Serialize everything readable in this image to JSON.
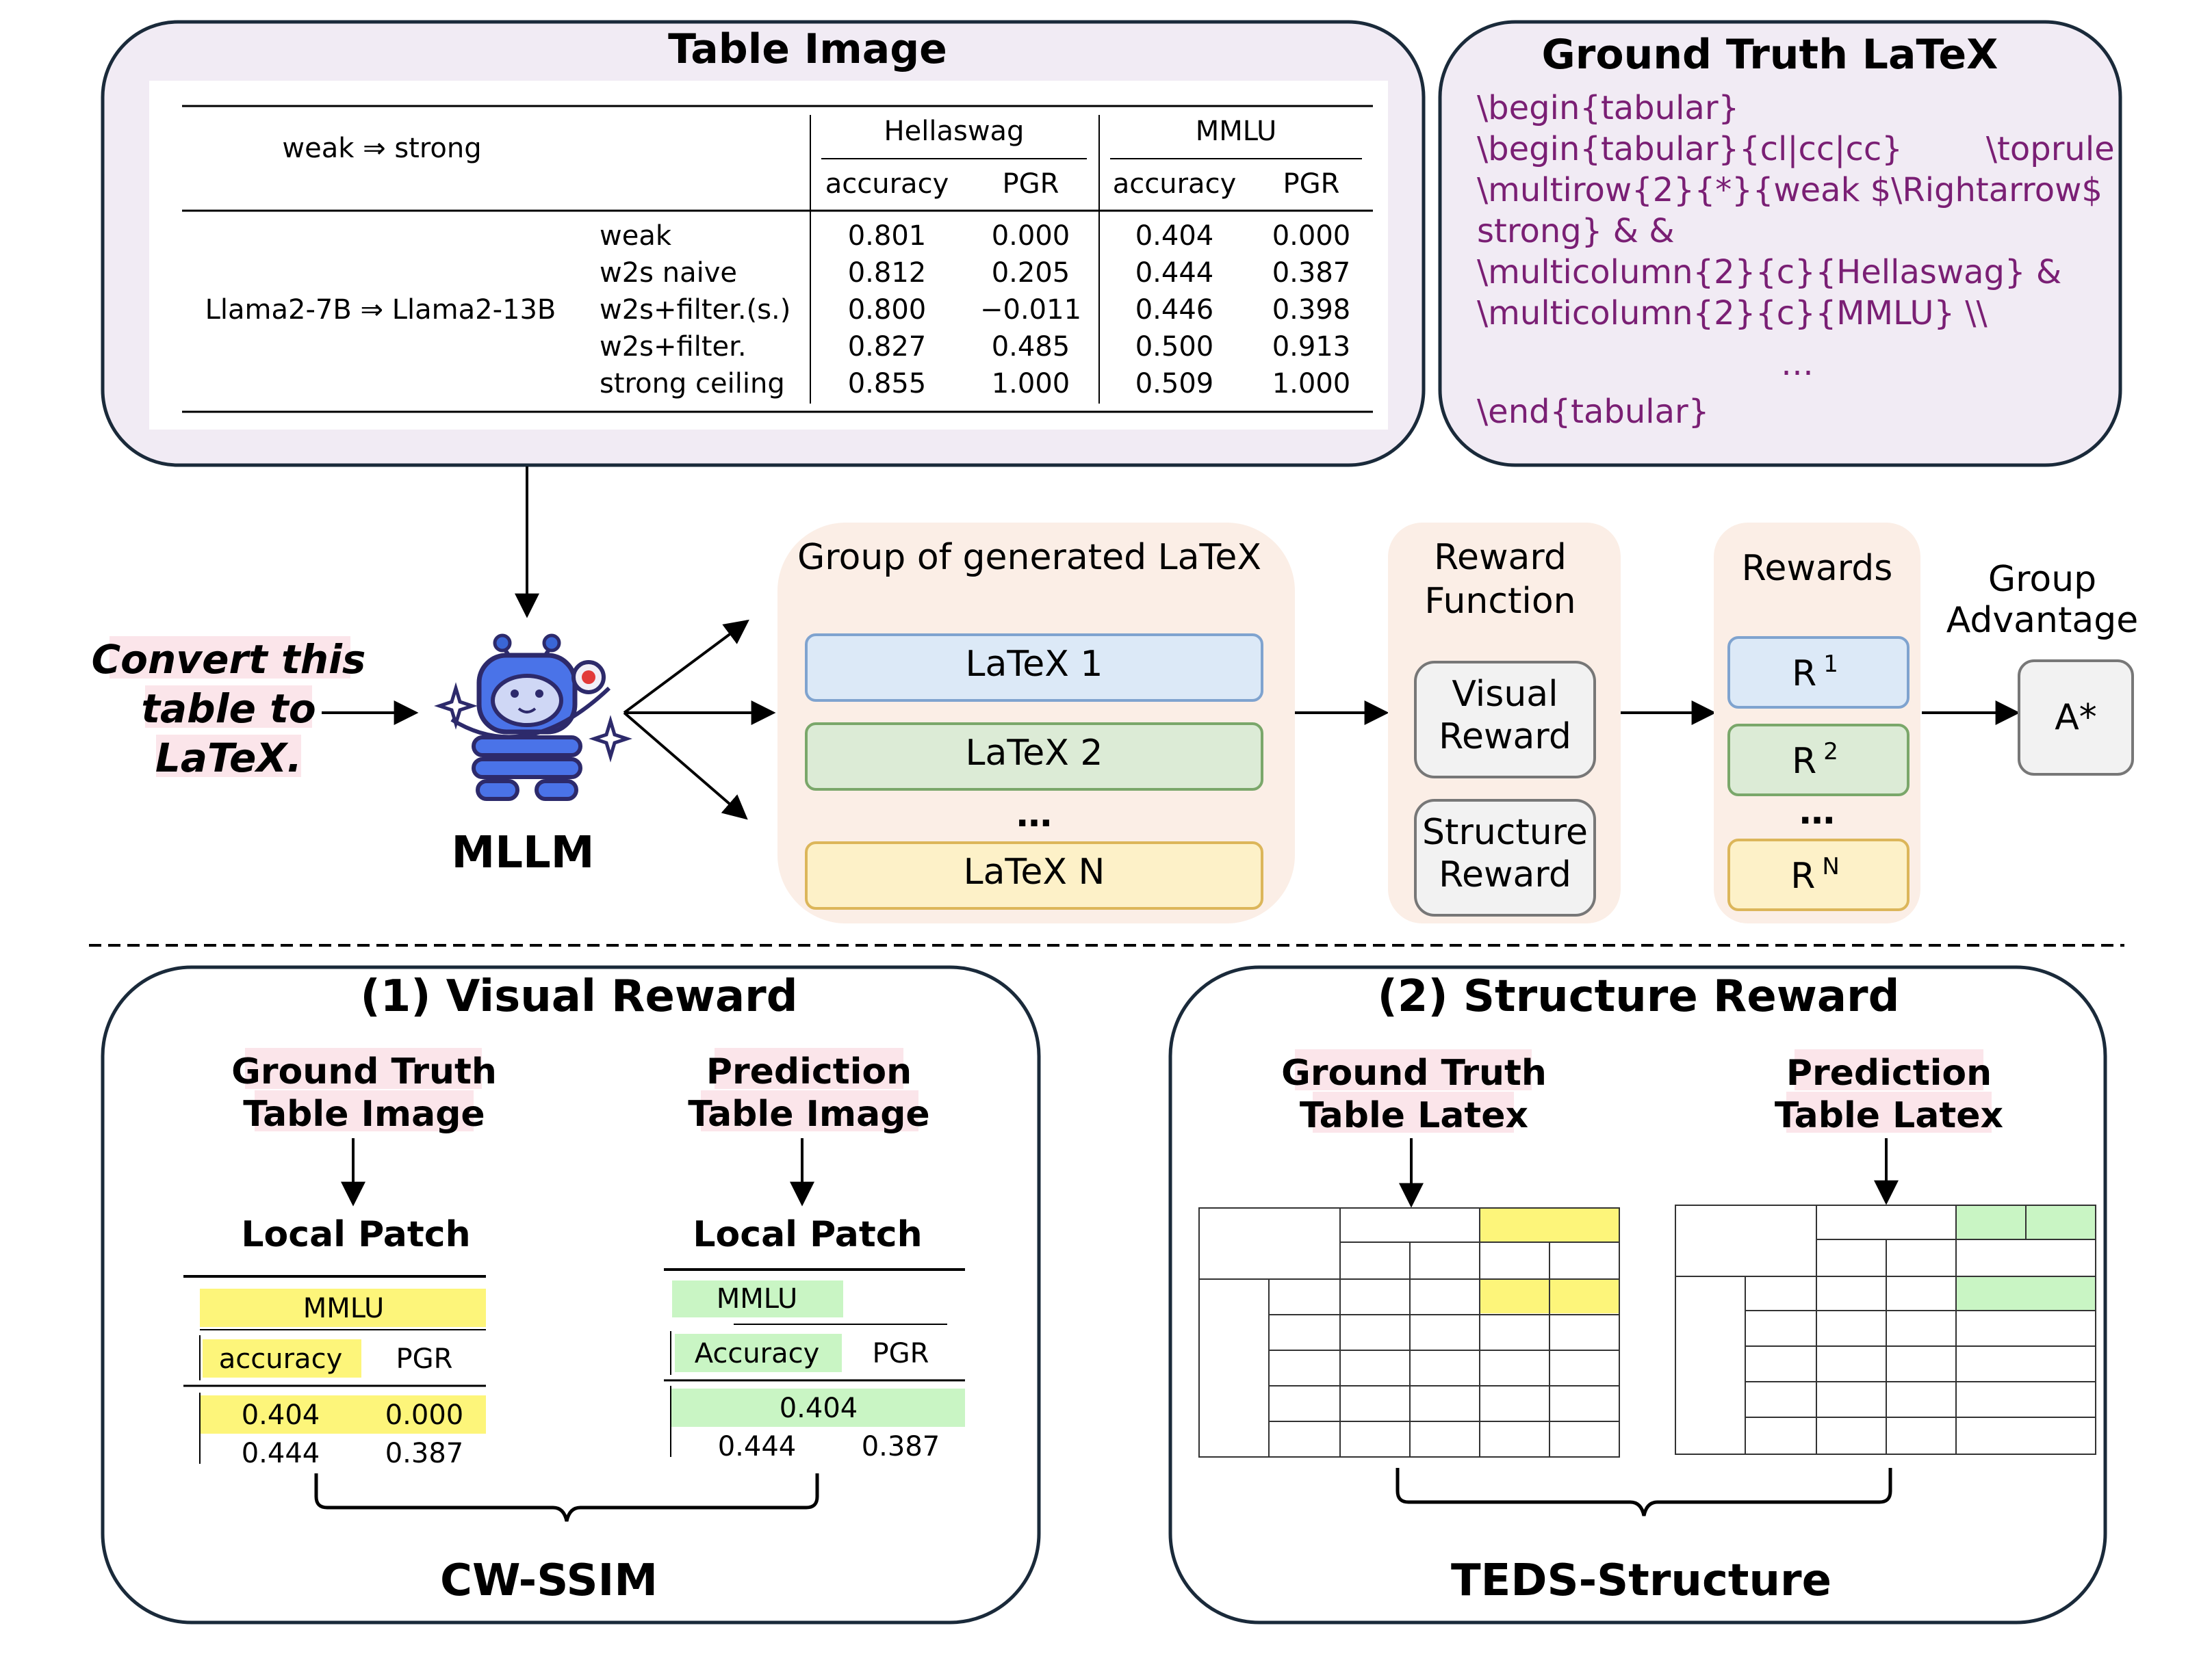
{
  "table_image_panel": {
    "title": "Table Image",
    "header_left": "weak ⇒ strong",
    "group_hellaswag": "Hellaswag",
    "group_mmlu": "MMLU",
    "col_headers": [
      "accuracy",
      "PGR",
      "accuracy",
      "PGR"
    ],
    "row_label_model": "Llama2-7B ⇒ Llama2-13B",
    "rows": [
      {
        "method": "weak",
        "values": [
          "0.801",
          "0.000",
          "0.404",
          "0.000"
        ]
      },
      {
        "method": "w2s naive",
        "values": [
          "0.812",
          "0.205",
          "0.444",
          "0.387"
        ]
      },
      {
        "method": "w2s+filter.(s.)",
        "values": [
          "0.800",
          "−0.011",
          "0.446",
          "0.398"
        ]
      },
      {
        "method": "w2s+filter.",
        "values": [
          "0.827",
          "0.485",
          "0.500",
          "0.913"
        ]
      },
      {
        "method": "strong ceiling",
        "values": [
          "0.855",
          "1.000",
          "0.509",
          "1.000"
        ]
      }
    ]
  },
  "ground_truth_latex_panel": {
    "title": "Ground Truth LaTeX",
    "lines": [
      "\\begin{tabular}",
      "\\begin{tabular}{cl|cc|cc}        \\toprule",
      "\\multirow{2}{*}{weak $\\Rightarrow$",
      "strong} & &",
      "\\multicolumn{2}{c}{Hellaswag} &",
      "\\multicolumn{2}{c}{MMLU} \\\\",
      "…",
      "\\end{tabular}"
    ]
  },
  "pipeline": {
    "prompt_lines": [
      "Convert this",
      "table to",
      "LaTeX."
    ],
    "model_label": "MLLM",
    "group_title": "Group of generated LaTeX",
    "latex_items": [
      "LaTeX 1",
      "LaTeX 2",
      "…",
      "LaTeX N"
    ],
    "reward_function_title": [
      "Reward",
      "Function"
    ],
    "visual_reward": [
      "Visual",
      "Reward"
    ],
    "structure_reward": [
      "Structure",
      "Reward"
    ],
    "rewards_title": "Rewards",
    "reward_items": [
      {
        "base": "R",
        "sup": "1"
      },
      {
        "base": "R",
        "sup": "2"
      },
      {
        "base": "…",
        "sup": ""
      },
      {
        "base": "R",
        "sup": "N"
      }
    ],
    "group_advantage_title": [
      "Group",
      "Advantage"
    ],
    "advantage_label": "A*"
  },
  "visual_reward_panel": {
    "title": "(1) Visual Reward",
    "gt_label": [
      "Ground Truth",
      "Table Image"
    ],
    "pred_label": [
      "Prediction",
      "Table Image"
    ],
    "patch_label": "Local Patch",
    "gt_patch": {
      "group": "MMLU",
      "cols": [
        "accuracy",
        "PGR"
      ],
      "row1": [
        "0.404",
        "0.000"
      ],
      "row2": [
        "0.444",
        "0.387"
      ]
    },
    "pred_patch": {
      "group": "MMLU",
      "cols": [
        "Accuracy",
        "PGR"
      ],
      "row1": [
        "0.404"
      ],
      "row2": [
        "0.444",
        "0.387"
      ]
    },
    "metric": "CW-SSIM"
  },
  "structure_reward_panel": {
    "title": "(2) Structure Reward",
    "gt_label": [
      "Ground Truth",
      "Table Latex"
    ],
    "pred_label": [
      "Prediction",
      "Table Latex"
    ],
    "metric": "TEDS-Structure"
  },
  "colors": {
    "panel_fill": "#f1ebf4",
    "group_fill": "#fbeee6",
    "latex_blue": "#dce9f7",
    "latex_green": "#dcebd6",
    "latex_yellow": "#fdf1c8",
    "highlight_yellow": "#fdf57a",
    "highlight_green": "#c9f5c4",
    "label_pink": "#fbe5ea",
    "latex_text": "#7a1f74"
  }
}
